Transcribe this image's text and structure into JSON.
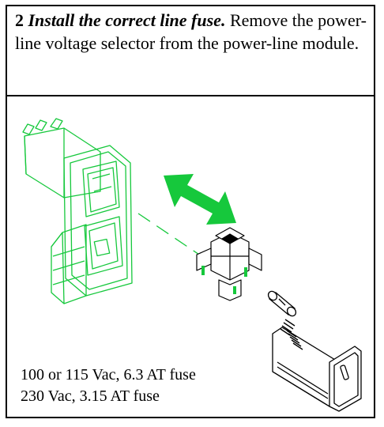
{
  "instruction": {
    "step_number": "2",
    "title": "Install the correct line fuse.",
    "body": "Remove the power-line voltage selector from the power-line module."
  },
  "illustration": {
    "parts": [
      "power-line-module",
      "double-arrow",
      "voltage-selector",
      "fuse",
      "fuse-holder"
    ],
    "highlight_color": "#16c83c",
    "fuse_ratings": [
      "100 or 115 Vac, 6.3 AT fuse",
      "230 Vac, 3.15 AT fuse"
    ]
  }
}
